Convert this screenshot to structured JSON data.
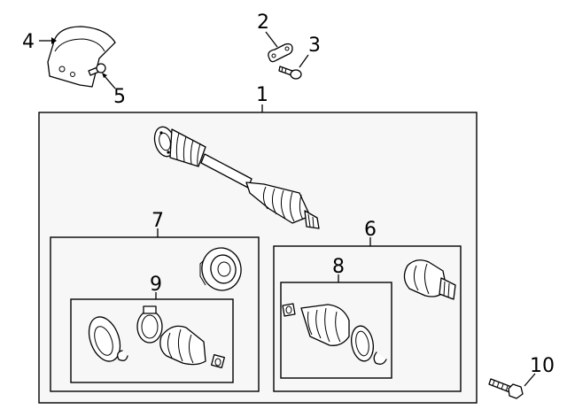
{
  "callouts": {
    "c1": "1",
    "c2": "2",
    "c3": "3",
    "c4": "4",
    "c5": "5",
    "c6": "6",
    "c7": "7",
    "c8": "8",
    "c9": "9",
    "c10": "10"
  },
  "parts": [
    {
      "ref": "1",
      "depicts": "axle-shaft-assembly"
    },
    {
      "ref": "2",
      "depicts": "retainer-clip"
    },
    {
      "ref": "3",
      "depicts": "bolt"
    },
    {
      "ref": "4",
      "depicts": "heat-shield"
    },
    {
      "ref": "5",
      "depicts": "screw"
    },
    {
      "ref": "6",
      "depicts": "outer-joint-kit"
    },
    {
      "ref": "7",
      "depicts": "inner-joint-kit"
    },
    {
      "ref": "8",
      "depicts": "outer-boot-kit"
    },
    {
      "ref": "9",
      "depicts": "inner-boot-kit"
    },
    {
      "ref": "10",
      "depicts": "hub-bolt"
    }
  ]
}
